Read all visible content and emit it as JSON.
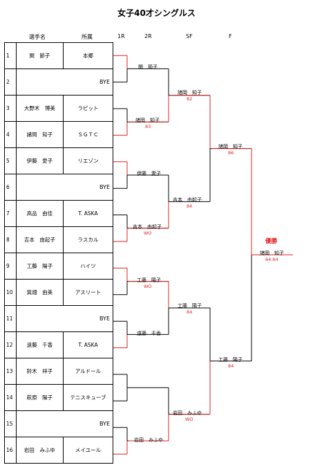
{
  "title": "女子40才シングルス",
  "headers": {
    "player": "選手名",
    "club": "所属",
    "r1": "1R",
    "r2": "2R",
    "sf": "SF",
    "f": "F"
  },
  "entries": [
    {
      "num": "1",
      "name": "関　節子",
      "club": "本郷"
    },
    {
      "num": "2",
      "bye": "BYE"
    },
    {
      "num": "3",
      "name": "大野木　博美",
      "club": "ラピット"
    },
    {
      "num": "4",
      "name": "諸岡　知子",
      "club": "ＳＧＴＣ"
    },
    {
      "num": "5",
      "name": "伊藤　愛子",
      "club": "リエゾン"
    },
    {
      "num": "6",
      "bye": "BYE"
    },
    {
      "num": "7",
      "name": "高品　由佳",
      "club": "T. ASKA"
    },
    {
      "num": "8",
      "name": "吉本　由起子",
      "club": "ラスカル"
    },
    {
      "num": "9",
      "name": "工藤　陽子",
      "club": "ハイツ"
    },
    {
      "num": "10",
      "name": "箕畑　由美",
      "club": "アスリート"
    },
    {
      "num": "11",
      "bye": "BYE"
    },
    {
      "num": "12",
      "name": "遠藤　千香",
      "club": "T. ASKA"
    },
    {
      "num": "13",
      "name": "鈴木　祥子",
      "club": "アルドール"
    },
    {
      "num": "14",
      "name": "萩原　陽子",
      "club": "テニスキューブ"
    },
    {
      "num": "15",
      "bye": "BYE"
    },
    {
      "num": "16",
      "name": "岩田　みふゆ",
      "club": "メイユール"
    }
  ],
  "round1": [
    {
      "winner": "関　節子",
      "score": ""
    },
    {
      "winner": "諸岡　知子",
      "score": "83"
    },
    {
      "winner": "伊藤　愛子",
      "score": ""
    },
    {
      "winner": "吉本　由起子",
      "score": "WO"
    },
    {
      "winner": "工藤　陽子",
      "score": "WO"
    },
    {
      "winner": "遠藤　千香",
      "score": ""
    },
    {
      "winner": "",
      "score": ""
    },
    {
      "winner": "岩田　みふゆ",
      "score": ""
    }
  ],
  "round2": [
    {
      "winner": "諸岡　知子",
      "score": "82"
    },
    {
      "winner": "吉本　由起子",
      "score": "84"
    },
    {
      "winner": "工藤　陽子",
      "score": "84"
    },
    {
      "winner": "岩田　みふゆ",
      "score": "WO"
    }
  ],
  "semis": [
    {
      "winner": "諸岡　知子",
      "score": "86"
    },
    {
      "winner": "工藤　陽子",
      "score": "84"
    }
  ],
  "final": {
    "label": "優勝",
    "winner": "諸岡　知子",
    "score": "64.64"
  },
  "colors": {
    "line": "#000000",
    "winner_line": "#e02020",
    "score": "#e02020"
  }
}
